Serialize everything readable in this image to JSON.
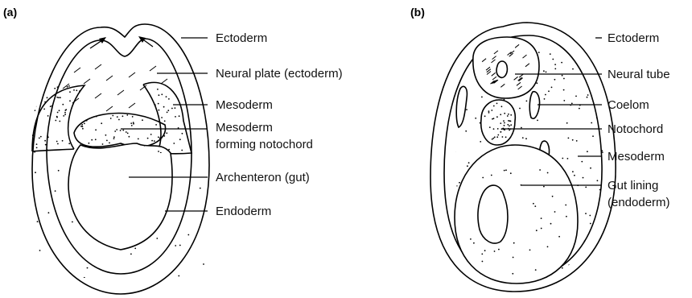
{
  "panels": {
    "a": {
      "tag": "(a)",
      "labels": {
        "ectoderm": "Ectoderm",
        "neural_plate": "Neural plate (ectoderm)",
        "mesoderm": "Mesoderm",
        "mesoderm_notochord_1": "Mesoderm",
        "mesoderm_notochord_2": "forming notochord",
        "archenteron": "Archenteron (gut)",
        "endoderm": "Endoderm"
      }
    },
    "b": {
      "tag": "(b)",
      "labels": {
        "ectoderm": "Ectoderm",
        "neural_tube": "Neural tube",
        "coelom": "Coelom",
        "notochord": "Notochord",
        "mesoderm": "Mesoderm",
        "gut_lining_1": "Gut lining",
        "gut_lining_2": "(endoderm)"
      }
    }
  }
}
